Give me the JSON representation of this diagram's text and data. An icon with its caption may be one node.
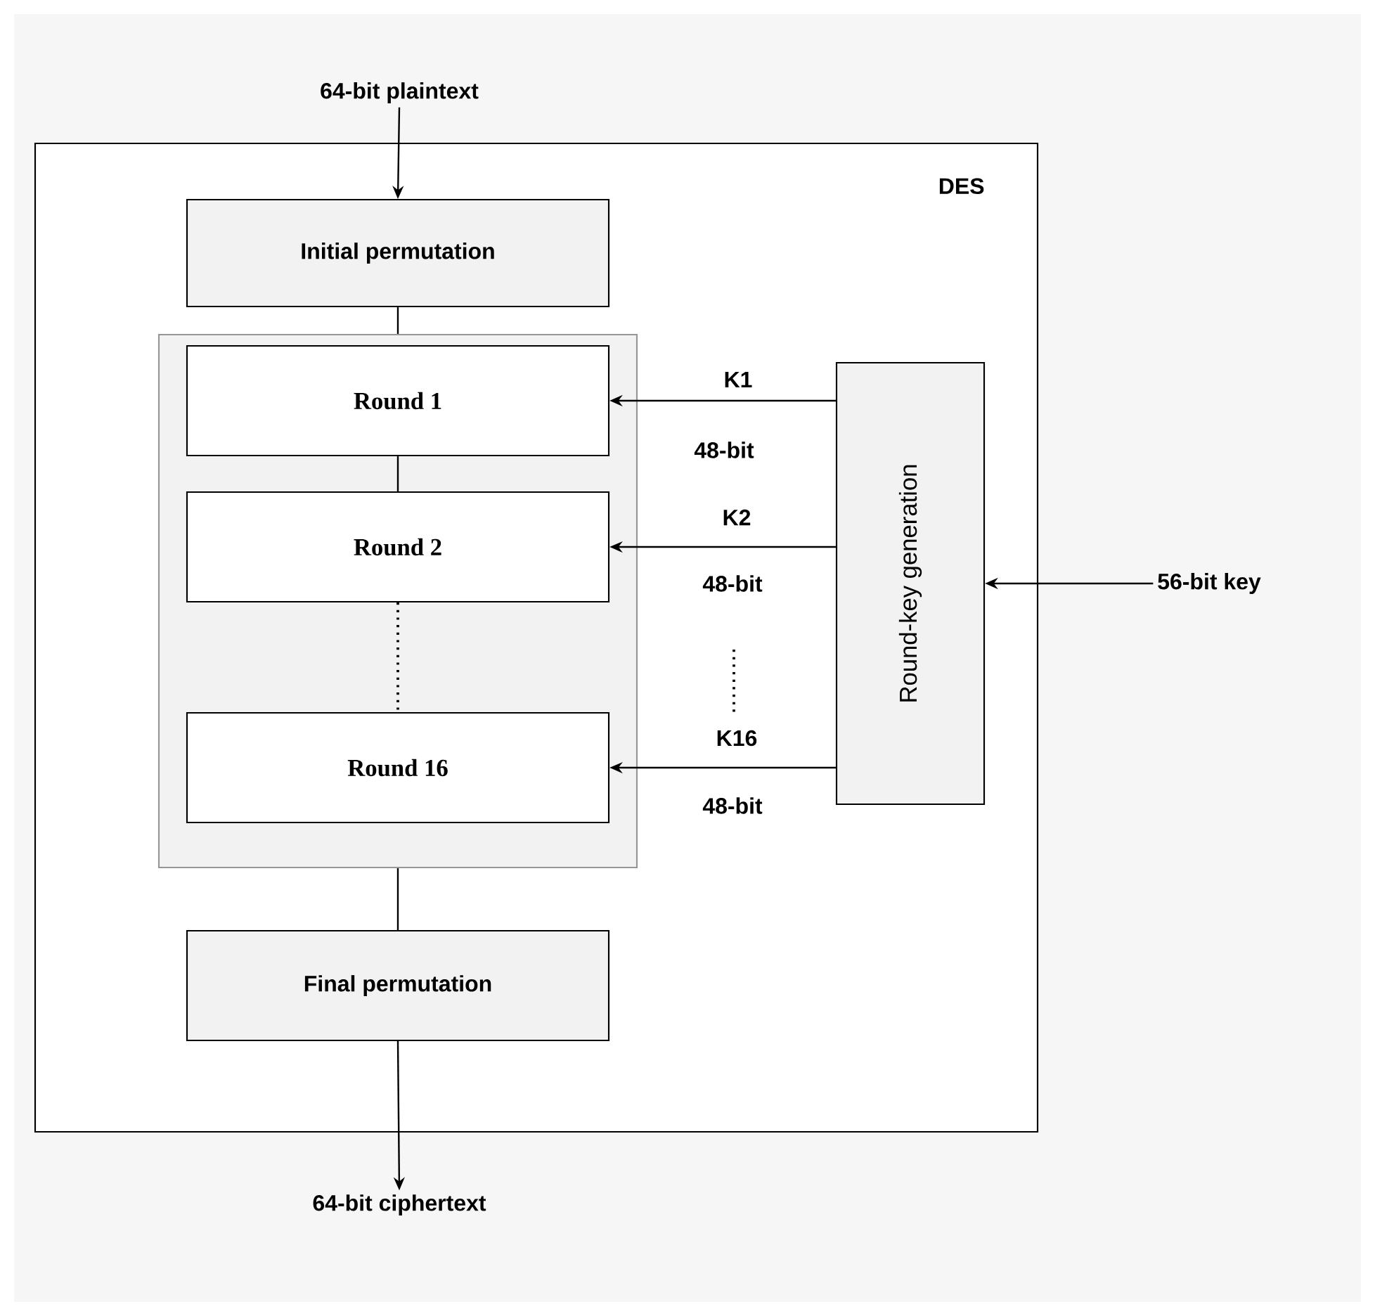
{
  "diagram": {
    "nodes": [
      {
        "text": [
          "DES"
        ]
      },
      {
        "text": [
          "64-bit plaintext"
        ]
      },
      {
        "text": [
          "Initial permutation"
        ],
        "in": 0
      },
      {
        "text": [],
        "shape": "box",
        "in": 0
      },
      {
        "text": [
          "Round 1"
        ],
        "in": 3
      },
      {
        "text": [
          "Round 2"
        ],
        "in": 3
      },
      {
        "text": [
          "Round 16"
        ],
        "in": 3
      },
      {
        "text": [
          "Round-key generation"
        ],
        "in": 0
      },
      {
        "text": [
          "56-bit key"
        ]
      },
      {
        "text": [
          "Final permutation"
        ],
        "in": 0
      },
      {
        "text": [
          "64-bit ciphertext"
        ]
      }
    ],
    "edges": [
      {
        "from": 1,
        "to": 2,
        "arrow": "to"
      },
      {
        "from": 2,
        "to": 3,
        "arrow": "none"
      },
      {
        "from": 4,
        "to": 5,
        "arrow": "none"
      },
      {
        "from": 5,
        "to": 6,
        "arrow": "none",
        "style": "dashed"
      },
      {
        "from": 7,
        "to": 4,
        "arrow": "to",
        "label": "K1"
      },
      {
        "from": 7,
        "to": 5,
        "arrow": "to",
        "label": "K2"
      },
      {
        "from": 7,
        "to": 6,
        "arrow": "to",
        "label": "K16"
      },
      {
        "from": 8,
        "to": 7,
        "arrow": "to"
      },
      {
        "from": 3,
        "to": 9,
        "arrow": "none"
      },
      {
        "from": 9,
        "to": 10,
        "arrow": "to"
      }
    ],
    "labels": [
      "48-bit",
      "48-bit",
      "48-bit"
    ]
  }
}
